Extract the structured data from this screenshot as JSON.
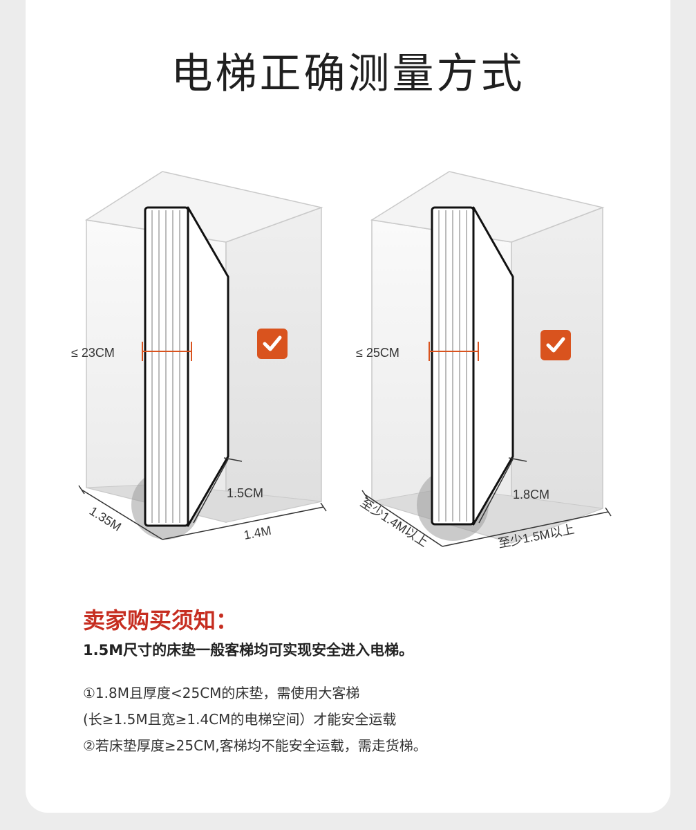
{
  "title": "电梯正确测量方式",
  "diagram_left": {
    "thickness": "≤ 23CM",
    "diagonal": "1.5CM",
    "depth": "1.35M",
    "width": "1.4M"
  },
  "diagram_right": {
    "thickness": "≤ 25CM",
    "diagonal": "1.8CM",
    "depth": "至少1.4M以上",
    "width": "至少1.5M以上"
  },
  "icons": {
    "check": "check-icon"
  },
  "colors": {
    "accent": "#d9531e",
    "notice": "#c62d20"
  },
  "notice": {
    "title": "卖家购买须知：",
    "lead": "1.5M尺寸的床垫一般客梯均可实现安全进入电梯。",
    "lines": [
      "①1.8M且厚度<25CM的床垫，需使用大客梯",
      "(长≥1.5M且宽≥1.4CM的电梯空间）才能安全运载",
      "②若床垫厚度≥25CM,客梯均不能安全运载，需走货梯。"
    ]
  }
}
